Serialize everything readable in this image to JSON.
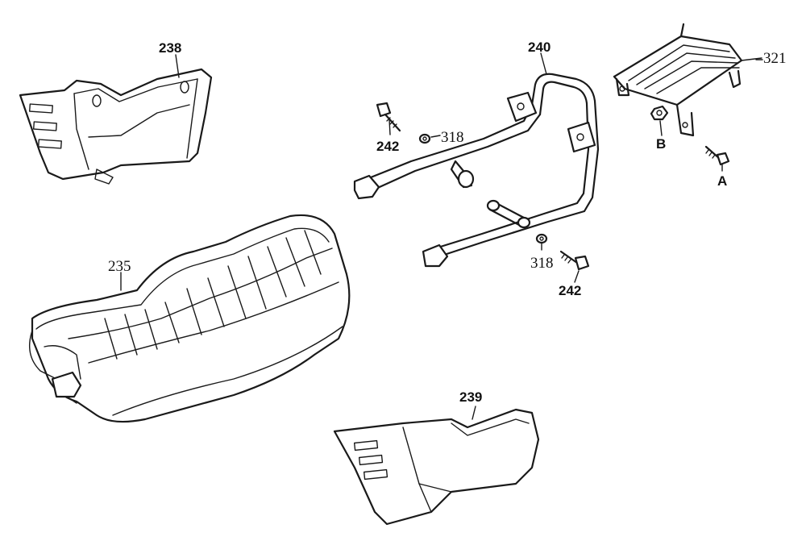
{
  "labels": {
    "p238": "238",
    "p240": "240",
    "p321": "321",
    "p242a": "242",
    "p318a": "318",
    "pB": "B",
    "pA": "A",
    "p235": "235",
    "p318b": "318",
    "p242b": "242",
    "p239": "239"
  }
}
